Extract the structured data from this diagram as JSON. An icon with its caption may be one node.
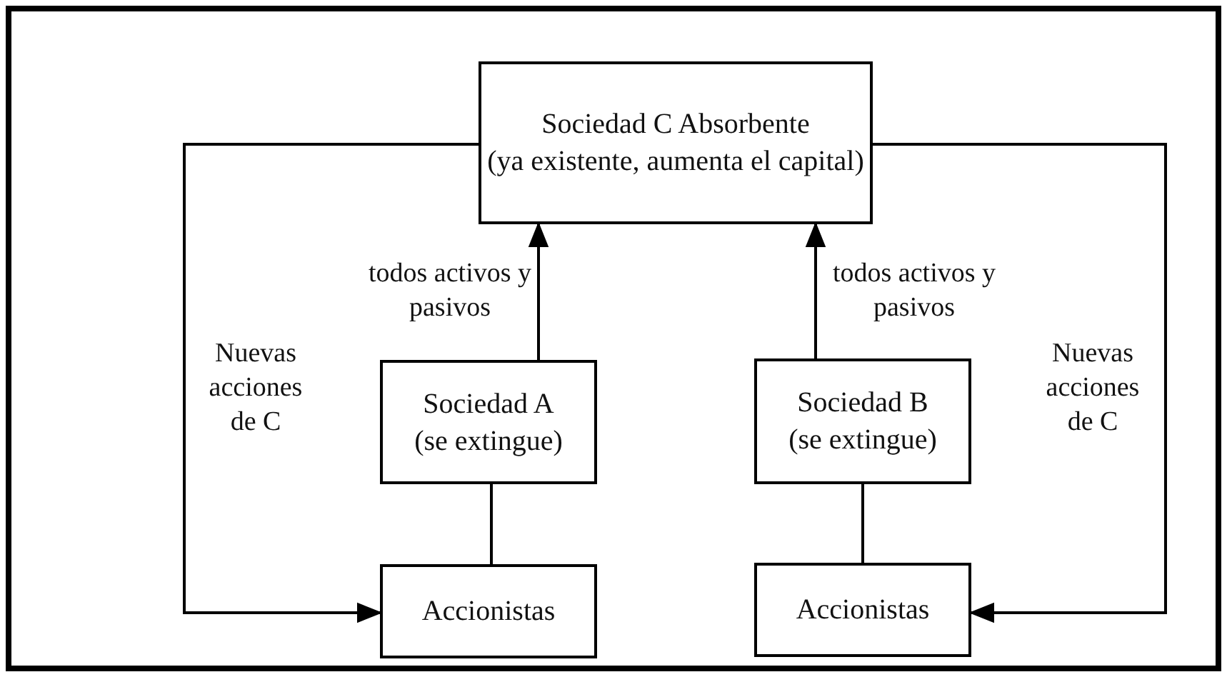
{
  "diagram": {
    "nodes": [
      {
        "text": [
          "Sociedad C Absorbente",
          "(ya existente, aumenta el capital)"
        ]
      },
      {
        "text": [
          "Sociedad A",
          "(se extingue)"
        ]
      },
      {
        "text": [
          "Sociedad B",
          "(se extingue)"
        ]
      },
      {
        "text": [
          "Accionistas"
        ]
      },
      {
        "text": [
          "Accionistas"
        ]
      }
    ],
    "edges": [
      {
        "from": 1,
        "to": 0,
        "arrow": "to",
        "label": "todos activos y pasivos"
      },
      {
        "from": 2,
        "to": 0,
        "arrow": "to",
        "label": "todos activos y pasivos"
      },
      {
        "from": 1,
        "to": 3,
        "arrow": "none"
      },
      {
        "from": 2,
        "to": 4,
        "arrow": "none"
      },
      {
        "from": 0,
        "to": 3,
        "arrow": "to",
        "label": "Nuevas acciones de C"
      },
      {
        "from": 0,
        "to": 4,
        "arrow": "to",
        "label": "Nuevas acciones de C"
      }
    ]
  }
}
